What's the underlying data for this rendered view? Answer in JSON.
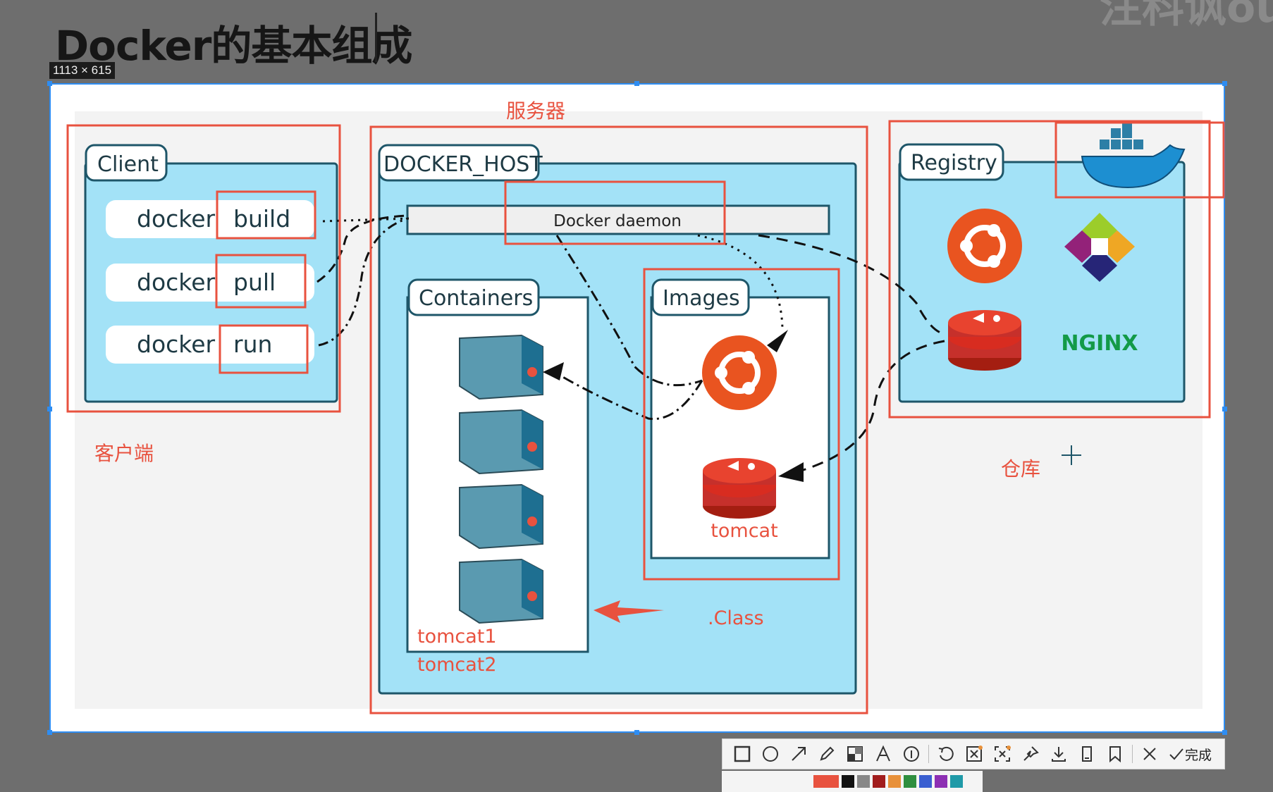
{
  "page": {
    "title": "Docker的基本组成",
    "size_badge": "1113 × 615"
  },
  "diagram": {
    "client": {
      "label": "Client",
      "commands": [
        {
          "prefix": "docker",
          "cmd": "build"
        },
        {
          "prefix": "docker",
          "cmd": "pull"
        },
        {
          "prefix": "docker",
          "cmd": "run"
        }
      ]
    },
    "host": {
      "label": "DOCKER_HOST",
      "daemon": "Docker daemon",
      "containers_label": "Containers",
      "images_label": "Images",
      "image_tomcat": "tomcat"
    },
    "registry": {
      "label": "Registry",
      "nginx": "NGINX"
    }
  },
  "annotations": {
    "server": "服务器",
    "client": "客户端",
    "warehouse": "仓库",
    "class": ".Class",
    "tomcat1": "tomcat1",
    "tomcat2": "tomcat2"
  },
  "toolbar": {
    "items": [
      "rectangle-tool",
      "ellipse-tool",
      "arrow-tool",
      "pen-tool",
      "mosaic-tool",
      "text-tool",
      "number-tool",
      "undo",
      "ocr",
      "scroll-capture",
      "pin",
      "save",
      "copy",
      "bookmark",
      "close"
    ],
    "finish_label": "完成"
  },
  "colors": {
    "annotation_red": "#e8523f",
    "diagram_blue": "#a3e2f7",
    "diagram_border": "#1e5669",
    "selection_blue": "#2e8df2",
    "palette": [
      "#e8523f",
      "#111111",
      "#888888",
      "#a11d1d",
      "#e8913a",
      "#2f8f3f",
      "#3a5fd1",
      "#8d2fb3",
      "#1f9aa8"
    ]
  }
}
